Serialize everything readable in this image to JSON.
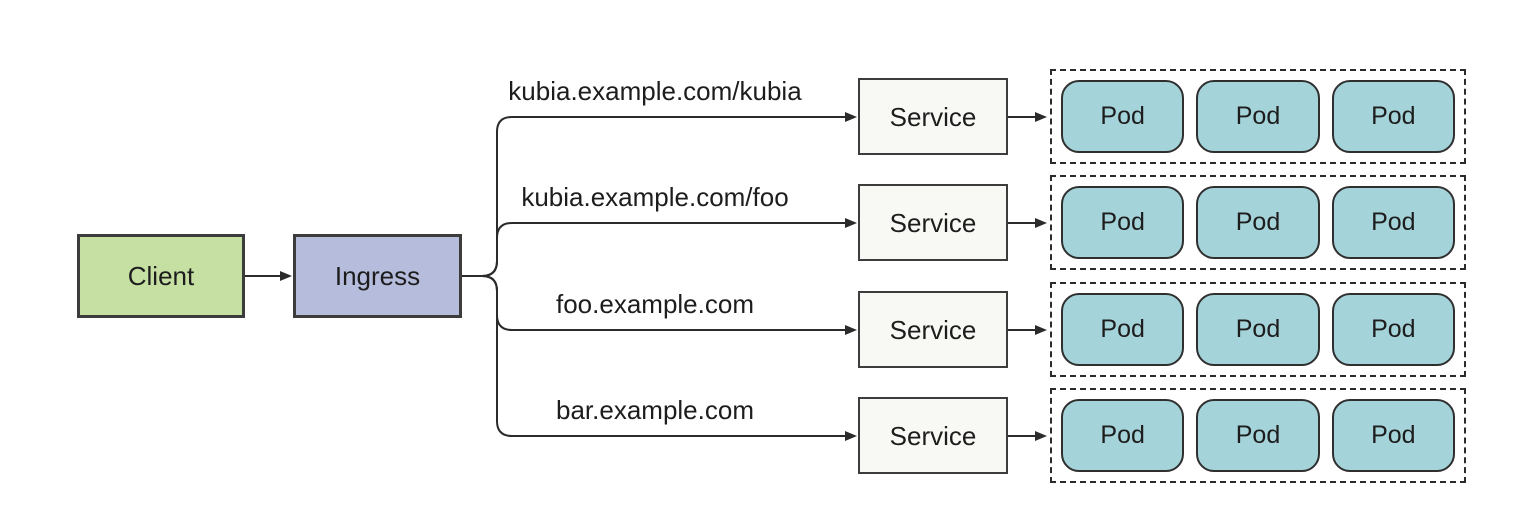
{
  "diagram": {
    "client": {
      "label": "Client"
    },
    "ingress": {
      "label": "Ingress"
    },
    "routes": [
      {
        "rule": "kubia.example.com/kubia",
        "service": "Service",
        "pods": [
          "Pod",
          "Pod",
          "Pod"
        ]
      },
      {
        "rule": "kubia.example.com/foo",
        "service": "Service",
        "pods": [
          "Pod",
          "Pod",
          "Pod"
        ]
      },
      {
        "rule": "foo.example.com",
        "service": "Service",
        "pods": [
          "Pod",
          "Pod",
          "Pod"
        ]
      },
      {
        "rule": "bar.example.com",
        "service": "Service",
        "pods": [
          "Pod",
          "Pod",
          "Pod"
        ]
      }
    ],
    "colors": {
      "client_fill": "#c6dfa3",
      "ingress_fill": "#b6bcdc",
      "service_fill": "#f8f8f4",
      "pod_fill": "#a5d3da",
      "line": "#2b2b2b"
    }
  }
}
